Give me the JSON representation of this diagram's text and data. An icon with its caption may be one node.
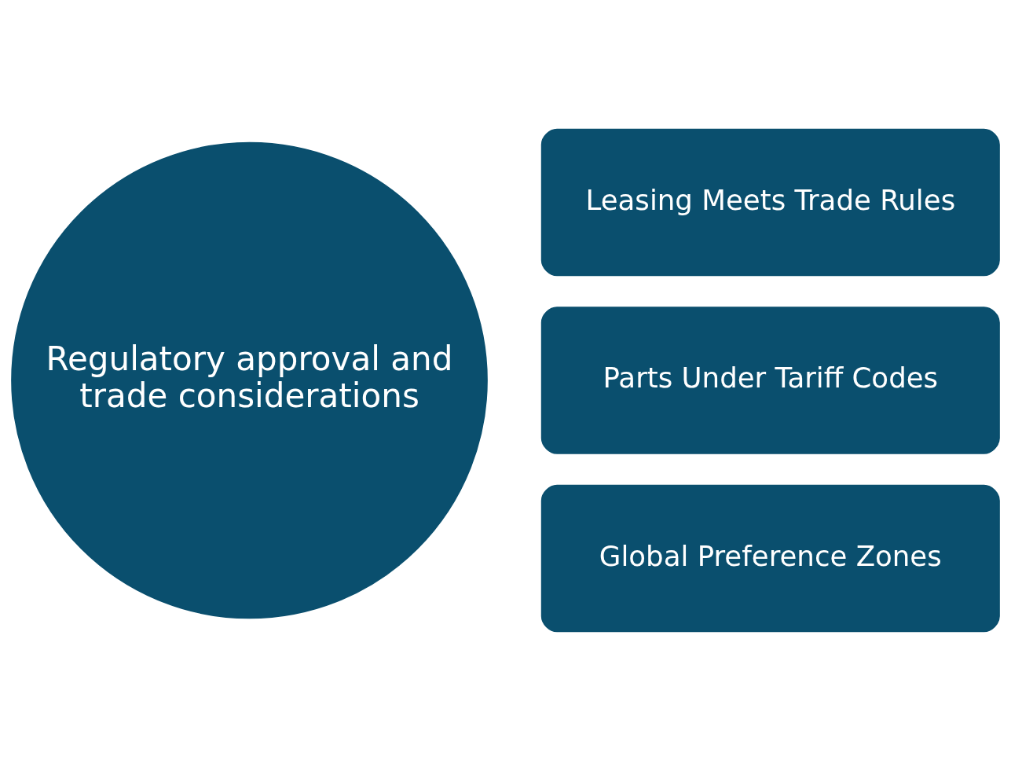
{
  "diagram": {
    "nodes": [
      {
        "text": [
          "Regulatory approval and trade considerations"
        ]
      },
      {
        "text": [
          "Leasing Meets Trade Rules"
        ]
      },
      {
        "text": [
          "Parts Under Tariff Codes"
        ]
      },
      {
        "text": [
          "Global Preference Zones"
        ]
      }
    ]
  }
}
